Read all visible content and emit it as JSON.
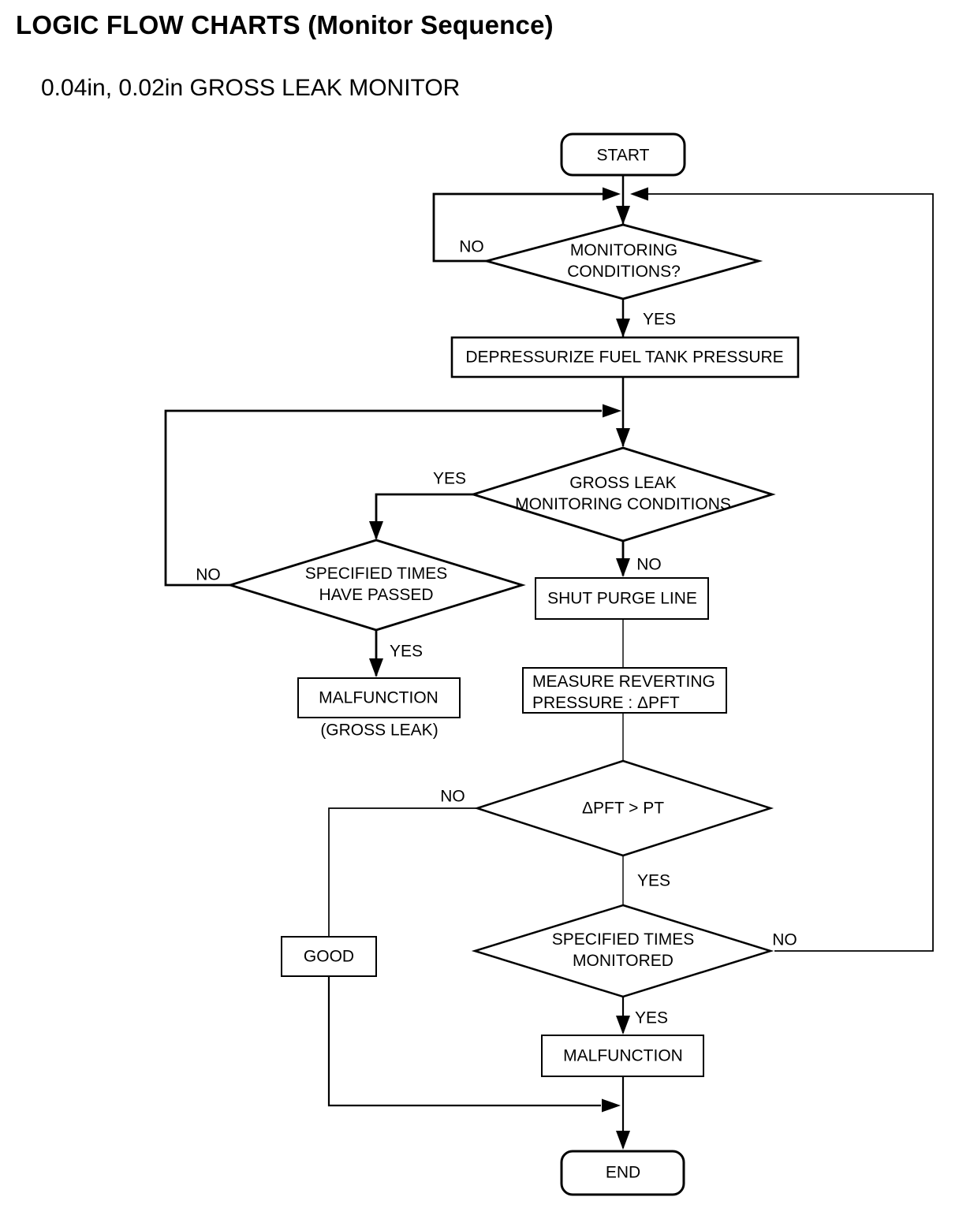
{
  "header": {
    "title": "LOGIC FLOW CHARTS (Monitor Sequence)",
    "subtitle": "0.04in, 0.02in GROSS LEAK MONITOR"
  },
  "nodes": {
    "start": "START",
    "monitoring_conditions": "MONITORING\nCONDITIONS?",
    "depressurize": "DEPRESSURIZE FUEL TANK PRESSURE",
    "gross_leak_conditions": "GROSS LEAK\nMONITORING CONDITIONS",
    "specified_times_passed": "SPECIFIED TIMES\nHAVE PASSED",
    "malfunction_gross": "MALFUNCTION",
    "malfunction_gross_note": "(GROSS LEAK)",
    "shut_purge": "SHUT PURGE LINE",
    "measure_reverting": "MEASURE REVERTING\nPRESSURE : ΔPFT",
    "dpft_gt_pt": "ΔPFT > PT",
    "good": "GOOD",
    "specified_times_monitored": "SPECIFIED TIMES\nMONITORED",
    "malfunction": "MALFUNCTION",
    "end": "END"
  },
  "edge_labels": {
    "monitoring_no": "NO",
    "monitoring_yes": "YES",
    "gross_leak_yes": "YES",
    "gross_leak_no": "NO",
    "times_passed_no": "NO",
    "times_passed_yes": "YES",
    "dpft_no": "NO",
    "dpft_yes": "YES",
    "monitored_no": "NO",
    "monitored_yes": "YES"
  },
  "colors": {
    "line": "#000000",
    "background": "#ffffff",
    "text": "#000000"
  }
}
